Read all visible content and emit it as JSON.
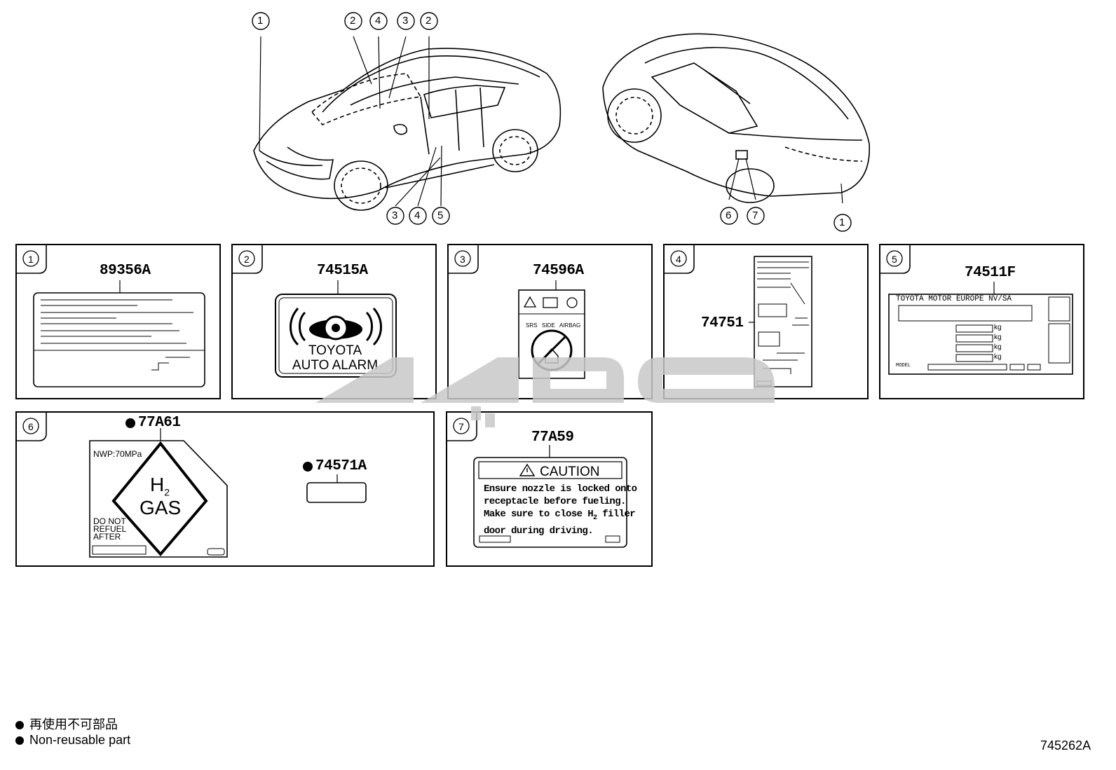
{
  "callouts": [
    "1",
    "2",
    "3",
    "4",
    "5",
    "6",
    "7"
  ],
  "parts": {
    "p1": "89356A",
    "p2": "74515A",
    "p3": "74596A",
    "p4": "74751",
    "p5": "74511F",
    "p6a": "77A61",
    "p6b": "74571A",
    "p7": "77A59"
  },
  "labels": {
    "alarm_line1": "TOYOTA",
    "alarm_line2": "AUTO ALARM",
    "srs": "SRS",
    "side": "SIDE",
    "airbag": "AIRBAG",
    "tme": "TOYOTA  MOTOR  EUROPE  NV/SA",
    "kg": "kg",
    "model": "MODEL",
    "nwp": "NWP:70MPa",
    "h2": "H",
    "h2_sub": "2",
    "gas": "GAS",
    "dnr1": "DO NOT",
    "dnr2": "REFUEL",
    "dnr3": "AFTER",
    "caution": "CAUTION",
    "caution_l1": "Ensure nozzle is locked onto",
    "caution_l2": "receptacle before fueling.",
    "caution_l3a": "Make sure to close H",
    "caution_l3sub": "2",
    "caution_l3b": " filler",
    "caution_l4": "door during driving."
  },
  "legend": {
    "ja": "再使用不可部品",
    "en": "Non-reusable part"
  },
  "diagram_id": "745262A",
  "colors": {
    "watermark": "#c8c8c8"
  }
}
